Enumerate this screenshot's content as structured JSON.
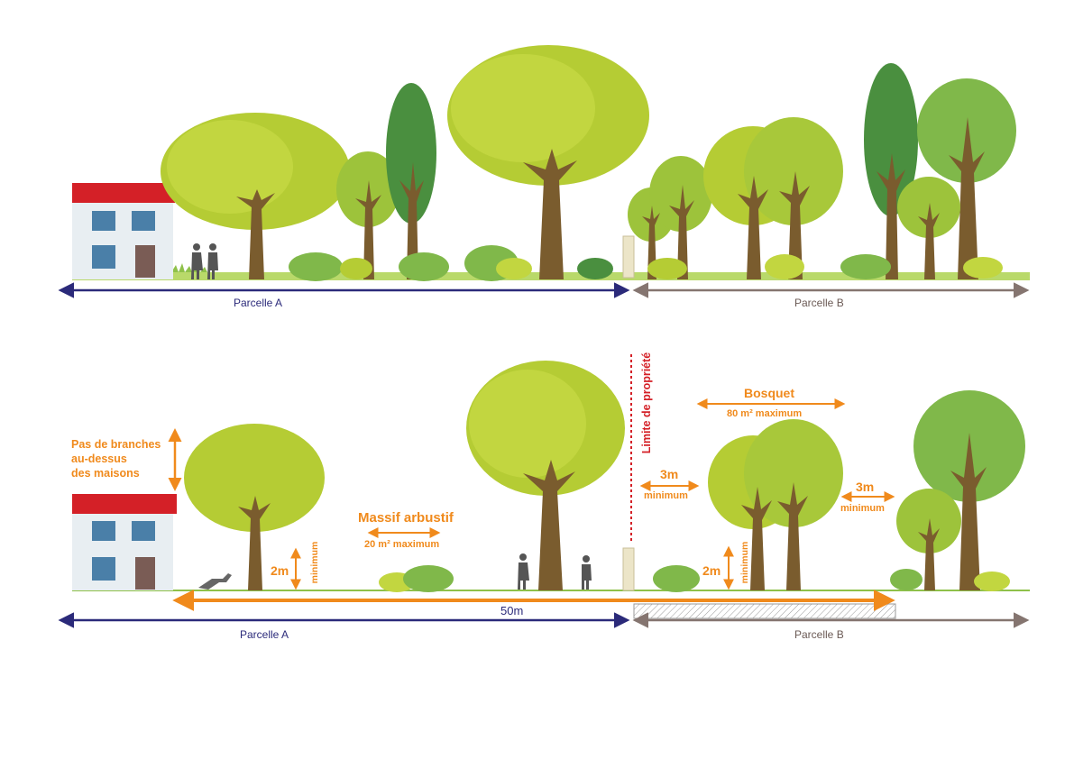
{
  "top_section": {
    "parcel_a_label": "Parcelle   A",
    "parcel_b_label": "Parcelle B"
  },
  "bottom_section": {
    "parcel_a_label": "Parcelle A",
    "parcel_b_label": "Parcelle B",
    "branches_note": [
      "Pas de branches",
      "au-dessus",
      "des maisons"
    ],
    "massif_title": "Massif arbustif",
    "massif_sub": "20 m² maximum",
    "bosquet_title": "Bosquet",
    "bosquet_sub": "80 m² maximum",
    "limit_label": "Limite de propriété",
    "distance_3m_left": "3m",
    "distance_3m_left_sub": "minimum",
    "distance_3m_right": "3m",
    "distance_3m_right_sub": "minimum",
    "height_2m_left": "2m",
    "height_2m_left_sub": "minimum",
    "height_2m_right": "2m",
    "height_2m_right_sub": "minimum",
    "distance_50m": "50m"
  },
  "colors": {
    "parcel_a": "#2b2a7a",
    "parcel_b": "#857570",
    "orange": "#f08a1c",
    "limit_red": "#d42027",
    "roof_red": "#d42027",
    "foliage_light": "#b5cc34",
    "foliage_mid": "#9dc33b",
    "foliage_green": "#80b84a",
    "foliage_dark": "#4a8f3f",
    "trunk": "#7a5c2e",
    "ground": "#8fc14a"
  }
}
